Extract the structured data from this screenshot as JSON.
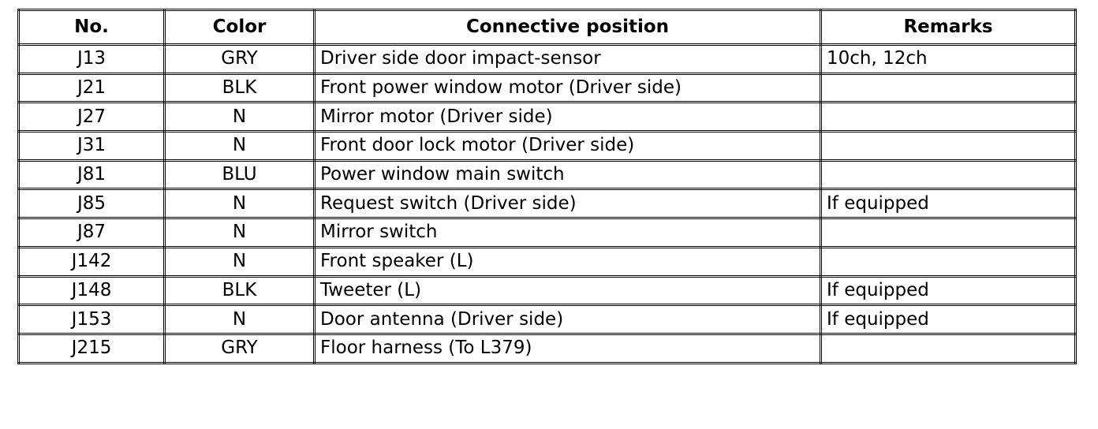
{
  "table": {
    "headers": {
      "no": "No.",
      "color": "Color",
      "position": "Connective position",
      "remarks": "Remarks"
    },
    "rows": [
      {
        "no": "J13",
        "color": "GRY",
        "position": "Driver side door impact-sensor",
        "remarks": "10ch, 12ch"
      },
      {
        "no": "J21",
        "color": "BLK",
        "position": "Front power window motor (Driver side)",
        "remarks": ""
      },
      {
        "no": "J27",
        "color": "N",
        "position": "Mirror motor (Driver side)",
        "remarks": ""
      },
      {
        "no": "J31",
        "color": "N",
        "position": "Front door lock motor (Driver side)",
        "remarks": ""
      },
      {
        "no": "J81",
        "color": "BLU",
        "position": "Power window main switch",
        "remarks": ""
      },
      {
        "no": "J85",
        "color": "N",
        "position": "Request switch (Driver side)",
        "remarks": "If equipped"
      },
      {
        "no": "J87",
        "color": "N",
        "position": "Mirror switch",
        "remarks": ""
      },
      {
        "no": "J142",
        "color": "N",
        "position": "Front speaker (L)",
        "remarks": ""
      },
      {
        "no": "J148",
        "color": "BLK",
        "position": "Tweeter (L)",
        "remarks": "If equipped"
      },
      {
        "no": "J153",
        "color": "N",
        "position": "Door antenna (Driver side)",
        "remarks": "If equipped"
      },
      {
        "no": "J215",
        "color": "GRY",
        "position": "Floor harness (To L379)",
        "remarks": ""
      }
    ]
  }
}
